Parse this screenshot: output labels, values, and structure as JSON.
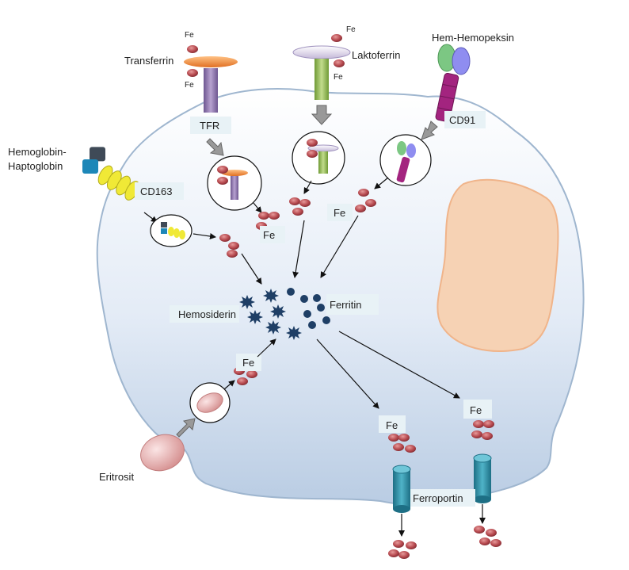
{
  "labels": {
    "transferrin": "Transferrin",
    "laktoferrin": "Laktoferrin",
    "hem_hemopeksin": "Hem-Hemopeksin",
    "hemoglobin_line1": "Hemoglobin-",
    "hemoglobin_line2": "Haptoglobin",
    "tfr": "TFR",
    "cd91": "CD91",
    "cd163": "CD163",
    "hemosiderin": "Hemosiderin",
    "ferritin": "Ferritin",
    "eritrosit": "Eritrosit",
    "ferroportin": "Ferroportin",
    "fe": "Fe"
  },
  "colors": {
    "cell_fill": "#dde7f4",
    "cell_stroke": "#9fb6cf",
    "nucleus": "#f6d2b4",
    "iron": "#b6494f",
    "transferrin": "#f08a3c",
    "tfr": "#8f76ad",
    "laktoferrin_receptor": "#98bb57",
    "cd91": "#a3247f",
    "hemopeksin_green": "#7cc783",
    "hemopeksin_blue": "#8f8df0",
    "haptoglobin": "#f0e936",
    "hemoglobin_dark": "#3f4a57",
    "hemoglobin_blue": "#1d87b8",
    "ferritin": "#1f3f66",
    "ferroportin": "#2c8fa8",
    "eritrosit": "#e5a7a7",
    "arrow_gray": "#8c8c8c"
  }
}
